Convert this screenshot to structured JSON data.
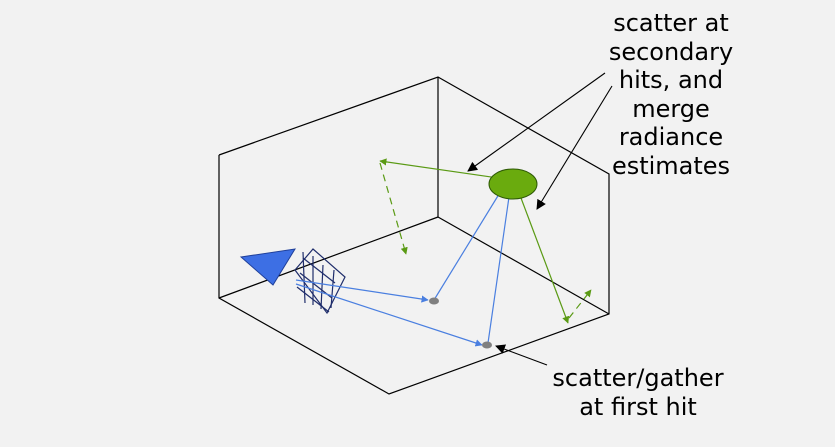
{
  "labels": {
    "secondary_hits": [
      "scatter at",
      "secondary",
      "hits, and",
      "merge",
      "radiance",
      "estimates"
    ],
    "first_hit": [
      "scatter/gather",
      "at first hit"
    ]
  },
  "colors": {
    "background": "#f2f2f2",
    "room_outline": "#000000",
    "camera": "#3d6fe4",
    "camera_grid": "#1f2d6b",
    "primary_rays": "#4a7fe0",
    "secondary_rays": "#5a9a14",
    "secondary_hit_disc": "#6aab0e",
    "first_hit_point": "#808080",
    "annotation_arrow": "#000000"
  }
}
